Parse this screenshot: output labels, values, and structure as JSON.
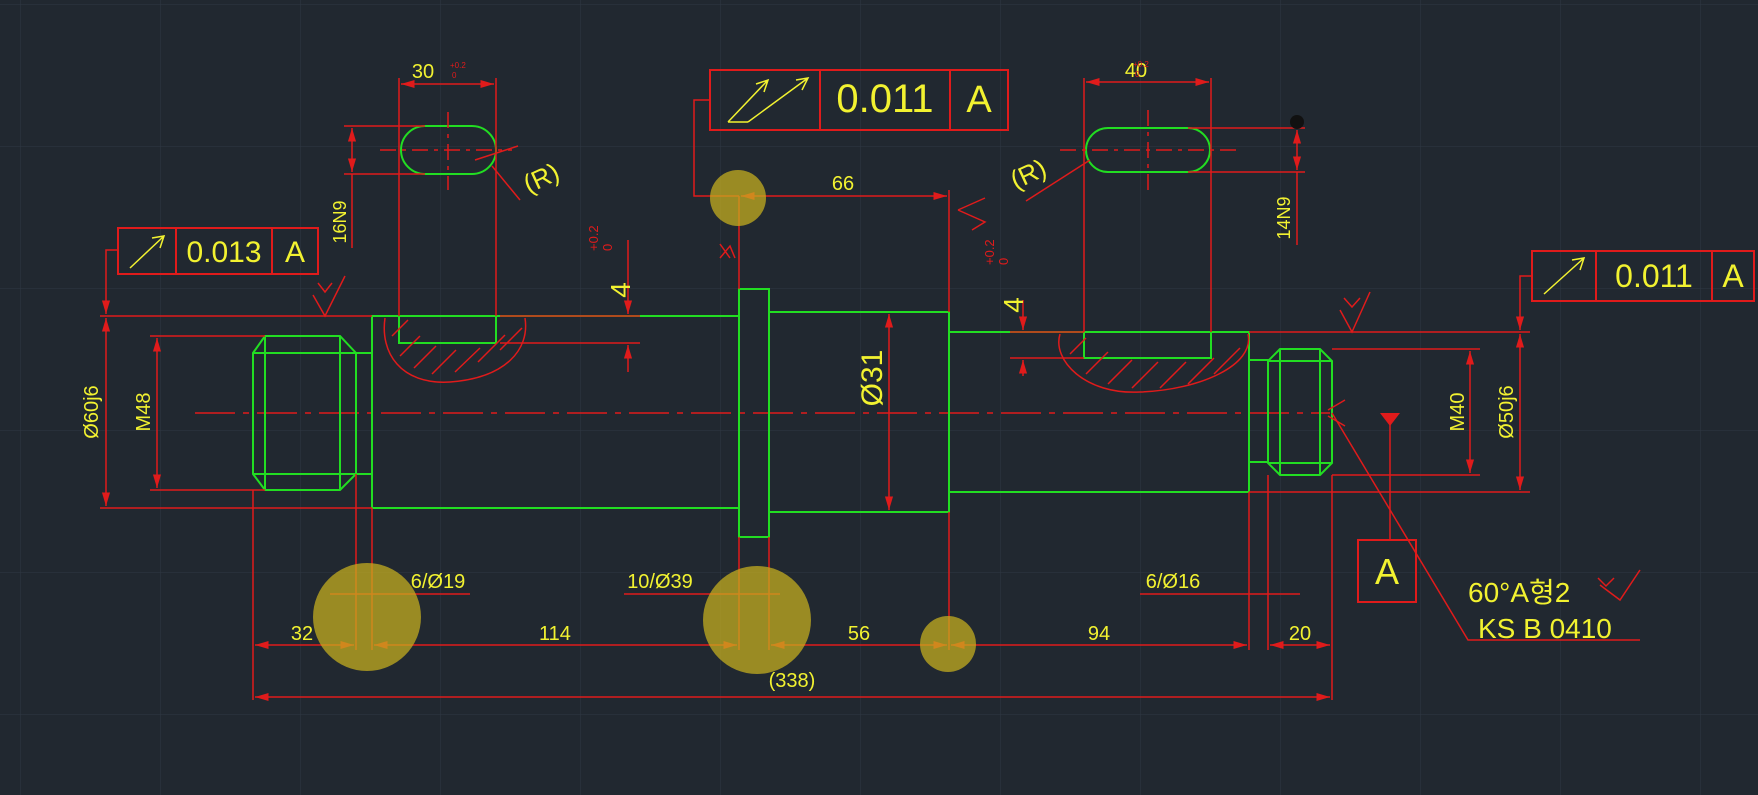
{
  "colors": {
    "background": "#212830",
    "grid": "#2f3843",
    "dimension": "#e01b1b",
    "geometry": "#22dd22",
    "text": "#f2f230",
    "highlight": "#c9b21e"
  },
  "frames": {
    "top_center": {
      "icon": "circular-runout-total-icon",
      "tolerance": "0.011",
      "datum": "A"
    },
    "left": {
      "icon": "circular-runout-icon",
      "tolerance": "0.013",
      "datum": "A"
    },
    "right": {
      "icon": "circular-runout-icon",
      "tolerance": "0.011",
      "datum": "A"
    }
  },
  "datum_box": "A",
  "keyways": {
    "left": {
      "width": "30",
      "tol_upper": "+0.2",
      "tol_lower": "0",
      "depth_label": "16N9",
      "radius_label": "(R)"
    },
    "right": {
      "width": "40",
      "tol_upper": "+0.2",
      "tol_lower": "0",
      "depth_label": "14N9",
      "radius_label": "(R)"
    }
  },
  "labels": {
    "dia_60": "Ø60j6",
    "m48": "M48",
    "dia_31": "Ø31",
    "m40": "M40",
    "dia_50": "Ø50j6",
    "dim_66": "66",
    "step_left": "4",
    "step_right": "4",
    "step_tol_upper": "+0.2",
    "step_tol_lower": "0"
  },
  "grooves": {
    "g1": "6/Ø19",
    "g2": "10/Ø39",
    "g3": "6/Ø16"
  },
  "lengths": {
    "l32": "32",
    "l114": "114",
    "l56": "56",
    "l94": "94",
    "l20": "20",
    "total": "(338)"
  },
  "note": {
    "line1": "60°A형2",
    "line2": "KS B 0410"
  }
}
